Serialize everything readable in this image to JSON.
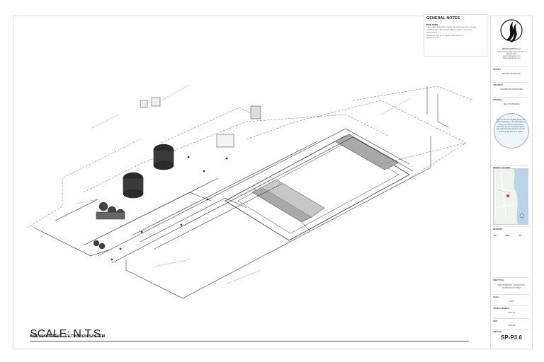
{
  "notes": {
    "title": "GENERAL NOTES",
    "heading": "PIPE RUNS",
    "lines": [
      "PIPE RUNS SHOWN FOR CONCEPTUAL PURPOSES ONLY. ACTUAL",
      "PLUMBING MAY VARY IN FIELD BASED ON SITE CONDITIONS.",
      "VERIFY IN FIELD.",
      "PRESSURE TEST ALL PLUMBING LINES PRIOR TO",
      "BACKFILL/POUR."
    ]
  },
  "sheet": {
    "title": "PIPE ISOMETRIC - FILTRATION SYSTEM",
    "scale": "SCALE: N.T.S."
  },
  "title_block": {
    "company": "SMART AQUATICS, LLC",
    "company_lines": [
      "3100 N Federal Hwy, Miami, FL 33134",
      "754-877-2077",
      "www.smartaquatics.com",
      "info@smartaquatics.com"
    ],
    "project_label": "PROJECT",
    "project": "PRIVATE RESIDENCE",
    "architect_label": "ARCHITECT",
    "architect": "STRAND ARCHITECTURE",
    "engineer_label": "ENGINEER",
    "engineer": "TEAL STRATEGIES",
    "stamp_text": "This item has been digitally signed and sealed by [Name] on the date adjacent to the seal. Printed copies of this document are not considered signed and sealed and the signature must be verified on any electronic copies.",
    "map_label": "PROJECT LOCATION",
    "revisions_label": "REVISIONS",
    "rev_cols": [
      "NO.",
      "DATE",
      "BY"
    ],
    "sheet_title_label": "SHEET TITLE",
    "sheet_title": "PIPE ISOMETRIC - ALPHA POOL FILTRATION SYSTEM",
    "scale_label": "SCALE",
    "scale": "NTS",
    "project_no_label": "PROJECT NUMBER",
    "project_no": "2024-03",
    "date_label": "DATE",
    "date": "07-07-25",
    "sheet_no_label": "SHEET NO.",
    "sheet_no": "SP-P3.6"
  },
  "colors": {
    "pipe": "#333333",
    "dashed": "#555555",
    "pool_fill": "#9a9a9a"
  }
}
